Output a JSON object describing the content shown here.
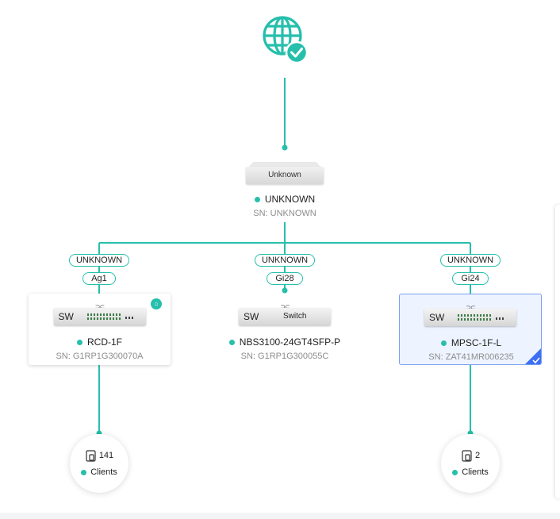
{
  "colors": {
    "accent": "#26bfac",
    "selected_border": "#7aa0f0",
    "selected_fill": "#eef4ff",
    "sn_text": "#8c8c8c",
    "check_badge": "#3d6ff5"
  },
  "internet": {
    "icon": "globe-check-icon"
  },
  "root": {
    "box_label": "Unknown",
    "name": "UNKNOWN",
    "sn": "SN: UNKNOWN"
  },
  "links": [
    {
      "uplink_port": "UNKNOWN",
      "downlink_port": "Ag1"
    },
    {
      "uplink_port": "UNKNOWN",
      "downlink_port": "Gi28"
    },
    {
      "uplink_port": "UNKNOWN",
      "downlink_port": "Gi24"
    }
  ],
  "devices": [
    {
      "type_label": "SW",
      "name": "RCD-1F",
      "sn": "SN: G1RP1G300070A",
      "has_home_badge": true,
      "selected": false
    },
    {
      "type_label": "SW",
      "box_text": "Switch",
      "name": "NBS3100-24GT4SFP-P",
      "sn": "SN: G1RP1G300055C",
      "selected": false
    },
    {
      "type_label": "SW",
      "name": "MPSC-1F-L",
      "sn": "SN: ZAT41MR006235",
      "selected": true
    }
  ],
  "clients": [
    {
      "count": "141",
      "label": "Clients"
    },
    {
      "count": "2",
      "label": "Clients"
    }
  ]
}
